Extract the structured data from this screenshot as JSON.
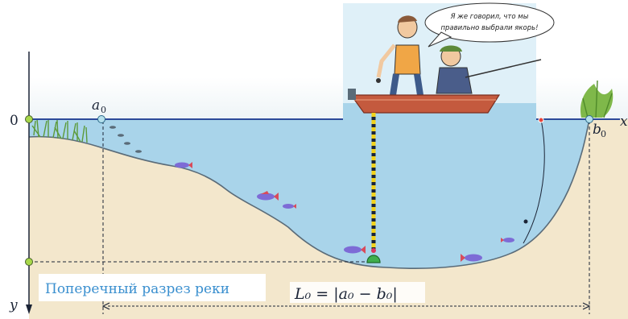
{
  "labels": {
    "origin": "0",
    "x_axis": "x",
    "y_axis": "y",
    "a0": "a",
    "a0_sub": "0",
    "b0": "b",
    "b0_sub": "0",
    "length_formula": "L₀ = |a₀ − b₀|",
    "caption": "Поперечный разрез реки"
  },
  "cartoon": {
    "speech_line1": "Я же говорил, что мы",
    "speech_line2": "правильно выбрали якорь!"
  },
  "colors": {
    "water": "#a9d4ea",
    "ground": "#f3e7cc",
    "axis": "#2d4a9a",
    "caption": "#3a8fcf",
    "anchor_rope": "#f2d21a",
    "point_marker": "#b5e0ec"
  }
}
